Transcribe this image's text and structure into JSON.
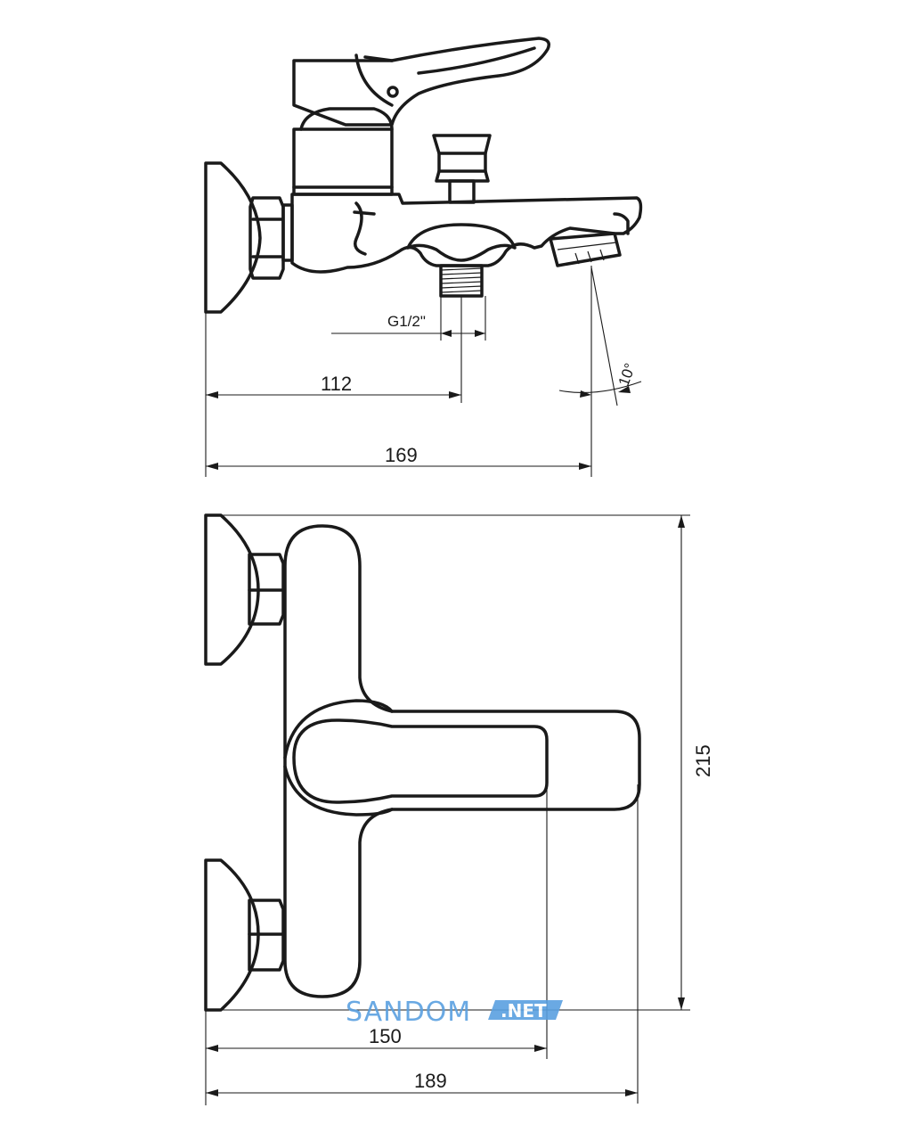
{
  "drawing": {
    "side_view": {
      "dimensions": {
        "thread": "G1/2\"",
        "inlet_distance": "112",
        "spout_reach": "169",
        "spout_angle": "10°"
      }
    },
    "top_view": {
      "dimensions": {
        "handle_reach": "150",
        "overall_depth": "189",
        "overall_width": "215"
      }
    }
  },
  "watermark": {
    "brand": "SANDOM",
    "suffix": ".NET",
    "color": "#5aa0e0"
  }
}
